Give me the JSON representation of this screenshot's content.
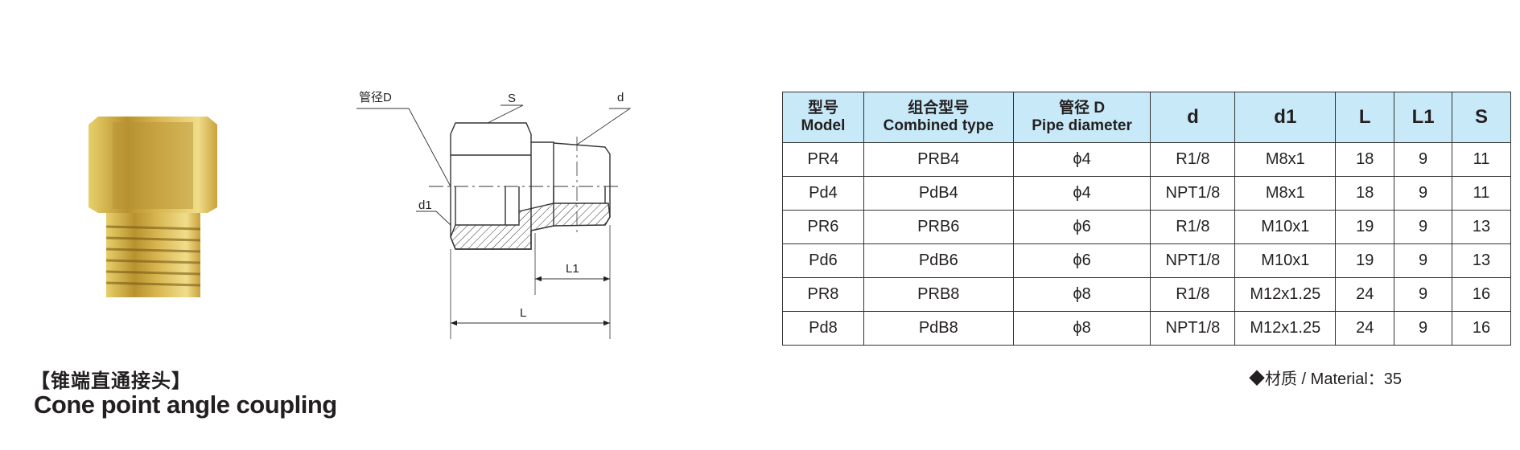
{
  "product": {
    "title_cn": "【锥端直通接头】",
    "title_en": "Cone point angle coupling",
    "material": "◆材质 / Material：35",
    "brass_color": "#d4b44a"
  },
  "drawing": {
    "label_pipe_d": "管径D",
    "label_s": "S",
    "label_d": "d",
    "label_d1": "d1",
    "label_l1": "L1",
    "label_l": "L"
  },
  "table": {
    "header_bg": "#c8e9f8",
    "headers": [
      {
        "cn": "型号",
        "en": "Model"
      },
      {
        "cn": "组合型号",
        "en": "Combined type"
      },
      {
        "cn": "管径 D",
        "en": "Pipe diameter"
      },
      {
        "cn": "",
        "en": "d"
      },
      {
        "cn": "",
        "en": "d1"
      },
      {
        "cn": "",
        "en": "L"
      },
      {
        "cn": "",
        "en": "L1"
      },
      {
        "cn": "",
        "en": "S"
      }
    ],
    "rows": [
      [
        "PR4",
        "PRB4",
        "ϕ4",
        "R1/8",
        "M8x1",
        "18",
        "9",
        "11"
      ],
      [
        "Pd4",
        "PdB4",
        "ϕ4",
        "NPT1/8",
        "M8x1",
        "18",
        "9",
        "11"
      ],
      [
        "PR6",
        "PRB6",
        "ϕ6",
        "R1/8",
        "M10x1",
        "19",
        "9",
        "13"
      ],
      [
        "Pd6",
        "PdB6",
        "ϕ6",
        "NPT1/8",
        "M10x1",
        "19",
        "9",
        "13"
      ],
      [
        "PR8",
        "PRB8",
        "ϕ8",
        "R1/8",
        "M12x1.25",
        "24",
        "9",
        "16"
      ],
      [
        "Pd8",
        "PdB8",
        "ϕ8",
        "NPT1/8",
        "M12x1.25",
        "24",
        "9",
        "16"
      ]
    ]
  }
}
